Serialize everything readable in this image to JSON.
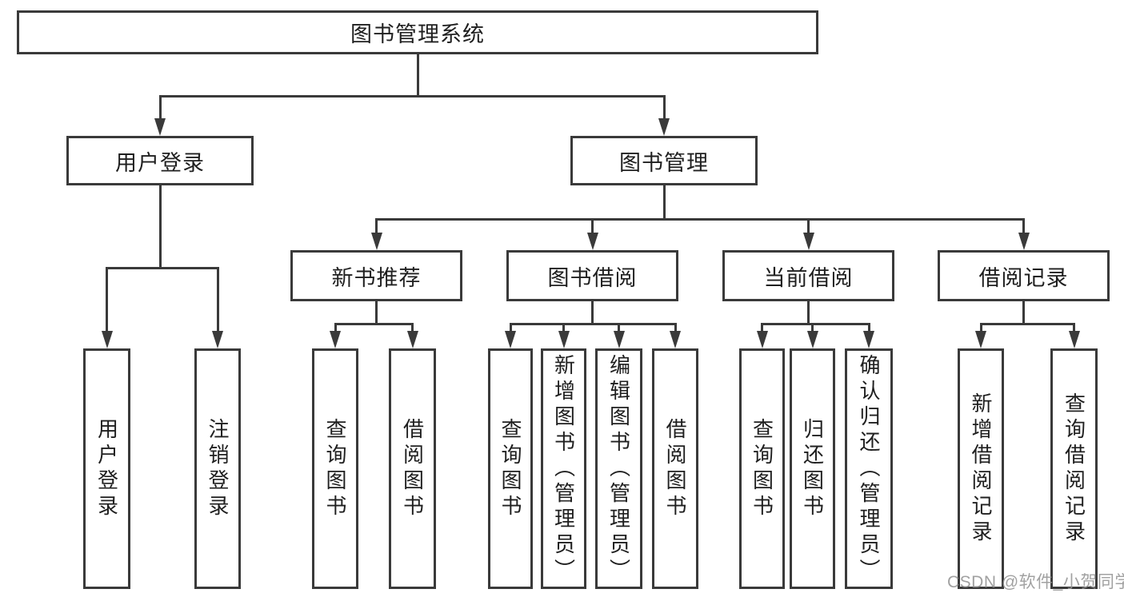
{
  "diagram": {
    "root": {
      "label": "图书管理系统"
    },
    "level2": [
      {
        "label": "用户登录"
      },
      {
        "label": "图书管理"
      }
    ],
    "level3": [
      {
        "label": "新书推荐"
      },
      {
        "label": "图书借阅"
      },
      {
        "label": "当前借阅"
      },
      {
        "label": "借阅记录"
      }
    ],
    "leaves": [
      {
        "label": "用户登录"
      },
      {
        "label": "注销登录"
      },
      {
        "label": "查询图书"
      },
      {
        "label": "借阅图书"
      },
      {
        "label": "查询图书"
      },
      {
        "label": "新增图书（管理员）"
      },
      {
        "label": "编辑图书（管理员）"
      },
      {
        "label": "借阅图书"
      },
      {
        "label": "查询图书"
      },
      {
        "label": "归还图书"
      },
      {
        "label": "确认归还（管理员）"
      },
      {
        "label": "新增借阅记录"
      },
      {
        "label": "查询借阅记录"
      }
    ]
  },
  "watermark": {
    "text": "CSDN @软件_小贺同学"
  },
  "colors": {
    "line": "#3a3a3a",
    "text": "#1f1f1f",
    "watermark": "#949494",
    "background": "#ffffff"
  }
}
